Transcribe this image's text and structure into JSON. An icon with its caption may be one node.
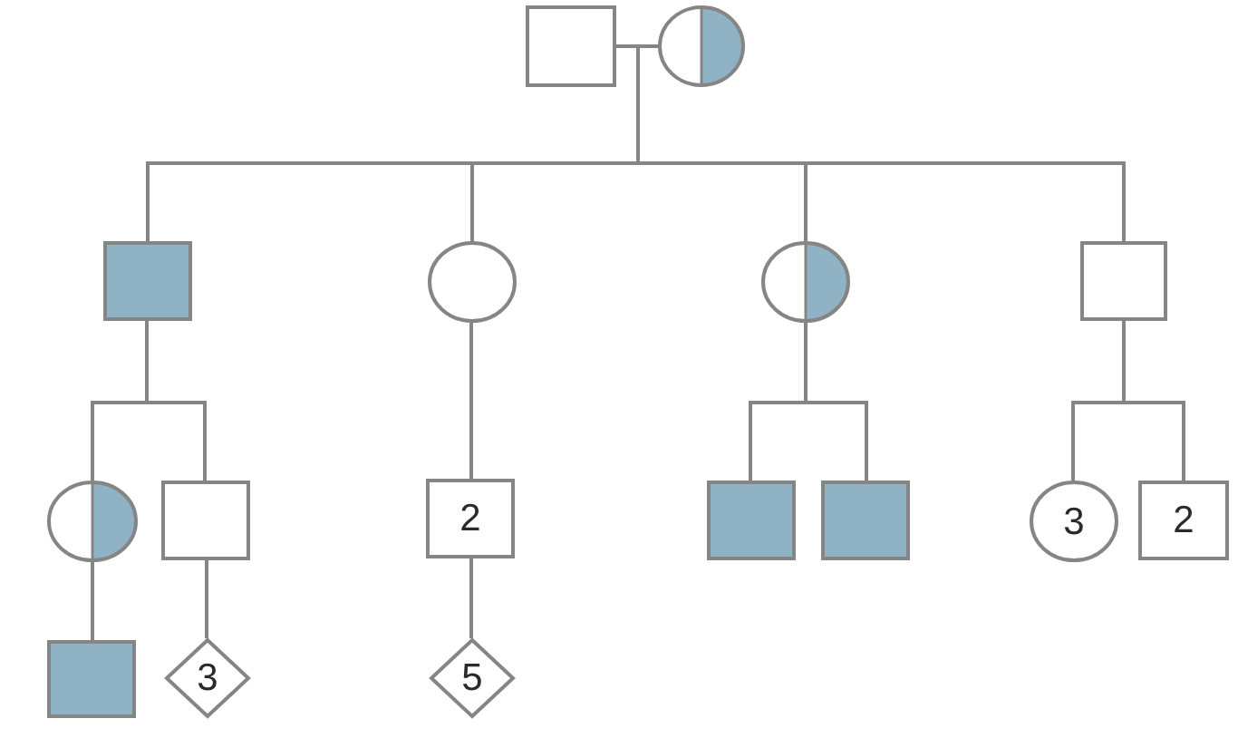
{
  "diagram": {
    "nodes": [
      {
        "text": [],
        "shape": "box"
      },
      {
        "text": [],
        "shape": "circle"
      },
      {
        "text": [],
        "shape": "box"
      },
      {
        "text": [],
        "shape": "circle"
      },
      {
        "text": [],
        "shape": "circle"
      },
      {
        "text": [],
        "shape": "box"
      },
      {
        "text": [],
        "shape": "circle"
      },
      {
        "text": [],
        "shape": "box"
      },
      {
        "text": [
          "2"
        ]
      },
      {
        "text": [],
        "shape": "box"
      },
      {
        "text": [],
        "shape": "box"
      },
      {
        "text": [
          "3"
        ]
      },
      {
        "text": [
          "2"
        ]
      },
      {
        "text": [],
        "shape": "box"
      },
      {
        "text": [
          "3"
        ]
      },
      {
        "text": [
          "5"
        ]
      }
    ],
    "edges": [
      {
        "from": 0,
        "to": 2,
        "arrow": "none"
      },
      {
        "from": 1,
        "to": 2,
        "arrow": "none"
      },
      {
        "from": 0,
        "to": 3,
        "arrow": "none"
      },
      {
        "from": 1,
        "to": 3,
        "arrow": "none"
      },
      {
        "from": 0,
        "to": 4,
        "arrow": "none"
      },
      {
        "from": 1,
        "to": 4,
        "arrow": "none"
      },
      {
        "from": 0,
        "to": 5,
        "arrow": "none"
      },
      {
        "from": 1,
        "to": 5,
        "arrow": "none"
      },
      {
        "from": 2,
        "to": 6,
        "arrow": "none"
      },
      {
        "from": 2,
        "to": 7,
        "arrow": "none"
      },
      {
        "from": 3,
        "to": 8,
        "arrow": "none"
      },
      {
        "from": 4,
        "to": 9,
        "arrow": "none"
      },
      {
        "from": 4,
        "to": 10,
        "arrow": "none"
      },
      {
        "from": 5,
        "to": 11,
        "arrow": "none"
      },
      {
        "from": 5,
        "to": 12,
        "arrow": "none"
      },
      {
        "from": 6,
        "to": 13,
        "arrow": "none"
      },
      {
        "from": 7,
        "to": 14,
        "arrow": "none"
      },
      {
        "from": 8,
        "to": 15,
        "arrow": "none"
      }
    ]
  }
}
